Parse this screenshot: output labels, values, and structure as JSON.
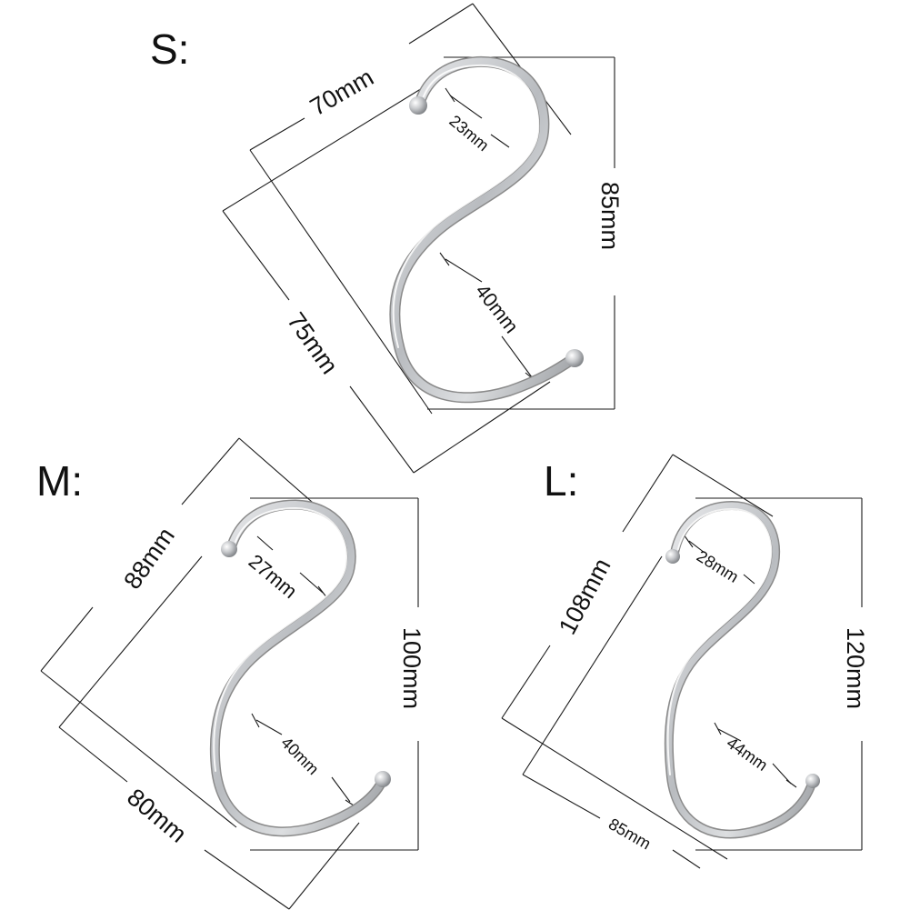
{
  "hooks": {
    "small": {
      "label": "S:",
      "width": "70mm",
      "height": "85mm",
      "diagonal": "75mm",
      "top_gap": "23mm",
      "bottom_gap": "40mm"
    },
    "medium": {
      "label": "M:",
      "width": "88mm",
      "height": "100mm",
      "diagonal": "80mm",
      "top_gap": "27mm",
      "bottom_gap": "40mm"
    },
    "large": {
      "label": "L:",
      "width": "108mm",
      "height": "120mm",
      "diagonal": "85mm",
      "top_gap": "28mm",
      "bottom_gap": "44mm"
    }
  },
  "colors": {
    "steel": "#c8cacd",
    "line": "#1a1a1a",
    "text": "#111111"
  }
}
